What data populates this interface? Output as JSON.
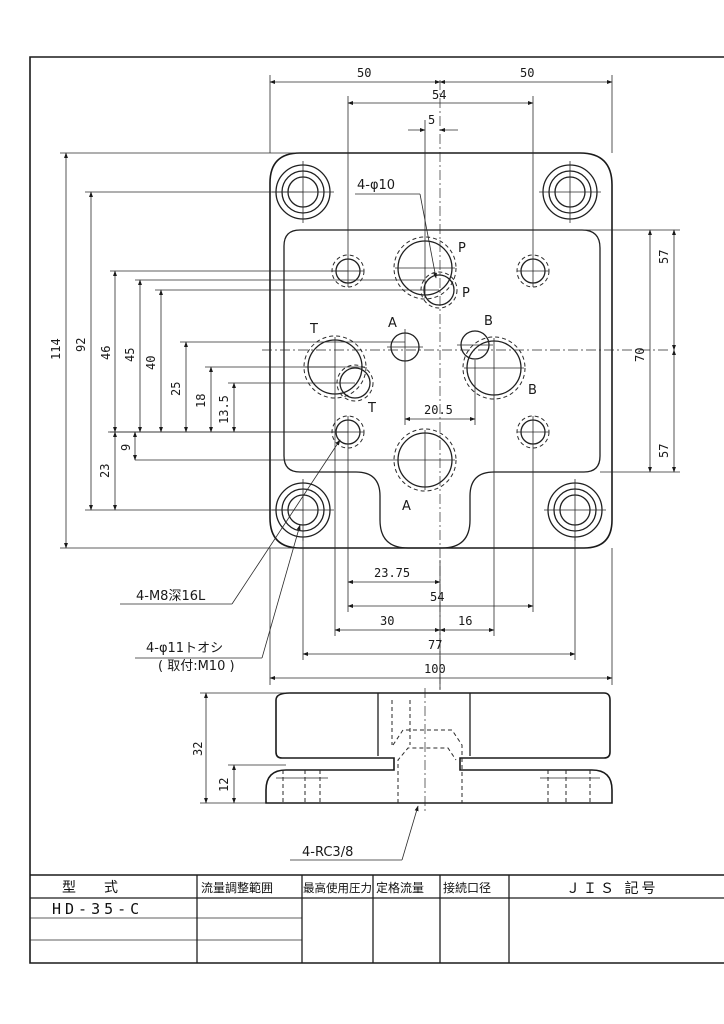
{
  "drawing": {
    "top_view": {
      "width_left": "50",
      "width_right": "50",
      "bolt_span_top": "54",
      "offset": "5",
      "height_total": "114",
      "height_92": "92",
      "height_46": "46",
      "height_45": "45",
      "height_40": "40",
      "height_25": "25",
      "height_18": "18",
      "height_13_5": "13.5",
      "height_9": "9",
      "height_23": "23",
      "right_57_top": "57",
      "right_70": "70",
      "right_57_bottom": "57",
      "span_20_5": "20.5",
      "span_23_75": "23.75",
      "span_54_bottom": "54",
      "span_30": "30",
      "span_16": "16",
      "span_77": "77",
      "span_100": "100",
      "port_p_top": "P",
      "port_p_bottom": "P",
      "port_t_top": "T",
      "port_t_bottom": "T",
      "port_a_top": "A",
      "port_a_bottom": "A",
      "port_b_top": "B",
      "port_b_bottom": "B",
      "callout_holes": "4-φ10",
      "callout_tap": "4-M8深16L",
      "callout_through": "4-φ11トオシ",
      "callout_mount": "( 取付:M10 )"
    },
    "side_view": {
      "height_32": "32",
      "height_12": "12",
      "callout_port": "4-RC3/8"
    }
  },
  "table": {
    "headers": {
      "model": "型　　式",
      "flow_adjust_range": "流量調整範囲",
      "max_pressure": "最高使用圧力",
      "rated_flow": "定格流量",
      "port_size": "接続口径",
      "jis_symbol": "ＪＩＳ 記号"
    },
    "model_value": "HD-35-C"
  }
}
